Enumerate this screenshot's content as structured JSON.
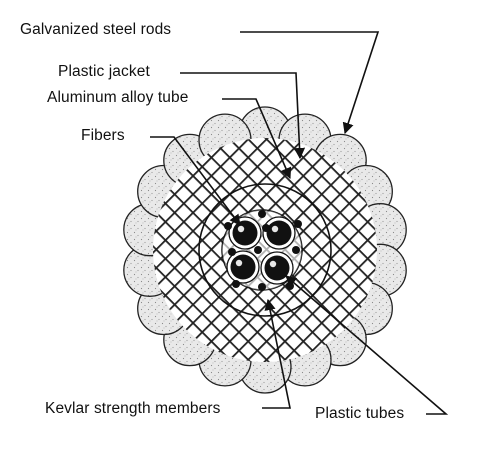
{
  "labels": {
    "galvanized_steel_rods": "Galvanized steel rods",
    "plastic_jacket": "Plastic jacket",
    "aluminum_alloy_tube": "Aluminum alloy tube",
    "fibers": "Fibers",
    "kevlar_strength_members": "Kevlar strength members",
    "plastic_tubes": "Plastic tubes"
  },
  "colors": {
    "ink": "#111111",
    "rod_fill": "#e8e8e8",
    "background": "#ffffff"
  }
}
